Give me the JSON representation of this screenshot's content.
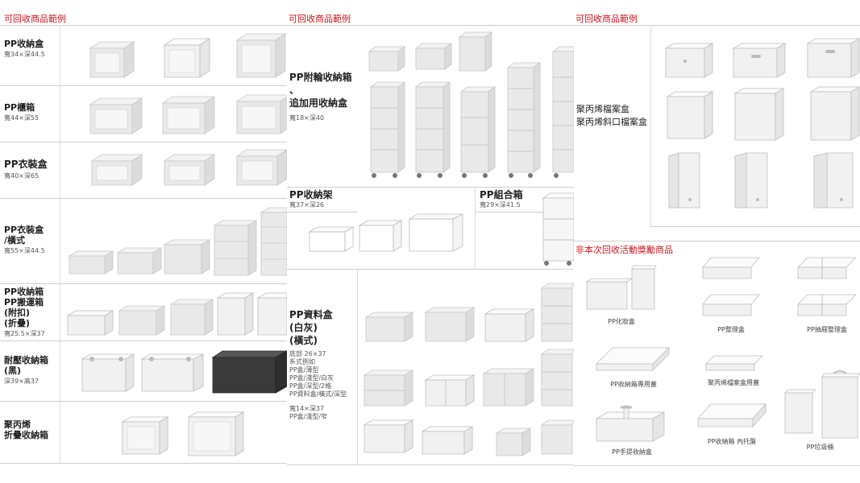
{
  "panel1": {
    "title": "可回收商品範例",
    "rows": [
      {
        "name": "PP收納盒",
        "dims": "寬34×深44.5"
      },
      {
        "name": "PP櫃箱",
        "dims": "寬44×深55"
      },
      {
        "name": "PP衣裝盒",
        "dims": "寬40×深65"
      },
      {
        "name": "PP衣裝盒\n/橫式",
        "dims": "寬55×深44.5"
      },
      {
        "name": "PP收納箱\nPP搬運箱\n(附扣)\n(折疊)",
        "dims": "寬25.5×深37"
      },
      {
        "name": "耐壓收納箱\n(黑)",
        "dims": "深39×高37"
      },
      {
        "name": "聚丙烯\n折疊收納箱",
        "dims": ""
      }
    ]
  },
  "panel2": {
    "title": "可回收商品範例",
    "wheel_cat": {
      "name": "PP附輪收納箱\n、\n追加用收納盒",
      "dims": "寬18×深40"
    },
    "rack_cat": {
      "name": "PP收納架",
      "dims": "寬37×深26"
    },
    "combo_cat": {
      "name": "PP組合箱",
      "dims": "寬29×深41.5"
    },
    "file_cat": {
      "name": "PP資料盒\n(白灰)\n(橫式)",
      "dims1": "底部 26×37",
      "list1": [
        "系式例如",
        "PP盒/薄型",
        "PP盒/淺型/白灰",
        "PP盒/深型/2格",
        "PP資料盒/橫式/深型"
      ],
      "dims2": "寬14×深37",
      "list2": [
        "PP盒/淺型/窄"
      ]
    }
  },
  "panel3": {
    "title": "可回收商品範例",
    "file_cat": {
      "name": "聚丙烯檔案盒\n聚丙烯斜口檔案盒"
    },
    "excluded_title": "非本次回收活動獎勵商品",
    "excluded_items": [
      {
        "label": "PP化妝盒"
      },
      {
        "label": "PP整理盒"
      },
      {
        "label": "PP抽屜整理盒"
      },
      {
        "label": "PP收納箱專用蓋"
      },
      {
        "label": "聚丙烯檔案盒用蓋"
      },
      {
        "label": "PP手提收納盒"
      },
      {
        "label": "PP收納箱\n內托盤"
      },
      {
        "label": "PP垃圾桶"
      }
    ]
  }
}
